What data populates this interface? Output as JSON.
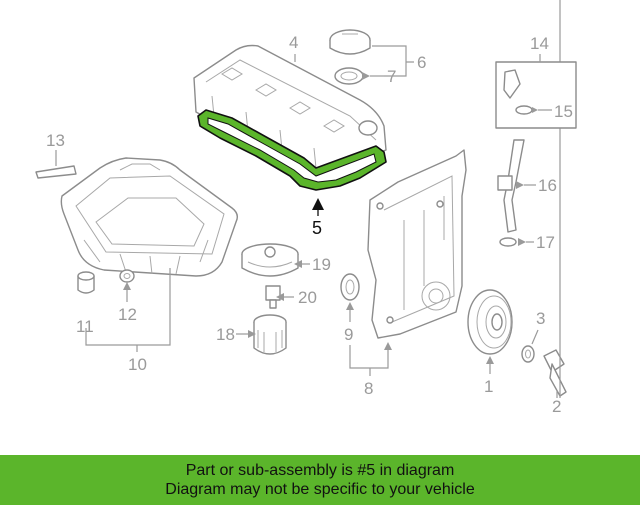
{
  "diagram": {
    "highlighted_part": "5",
    "accent_color": "#5bb52b",
    "callouts": {
      "c1": "1",
      "c2": "2",
      "c3": "3",
      "c4": "4",
      "c5": "5",
      "c6": "6",
      "c7": "7",
      "c8": "8",
      "c9": "9",
      "c10": "10",
      "c11": "11",
      "c12": "12",
      "c13": "13",
      "c14": "14",
      "c15": "15",
      "c16": "16",
      "c17": "17",
      "c18": "18",
      "c19": "19",
      "c20": "20"
    }
  },
  "banner": {
    "line1": "Part or sub-assembly is #5 in diagram",
    "line2": "Diagram may not be specific to your vehicle"
  }
}
